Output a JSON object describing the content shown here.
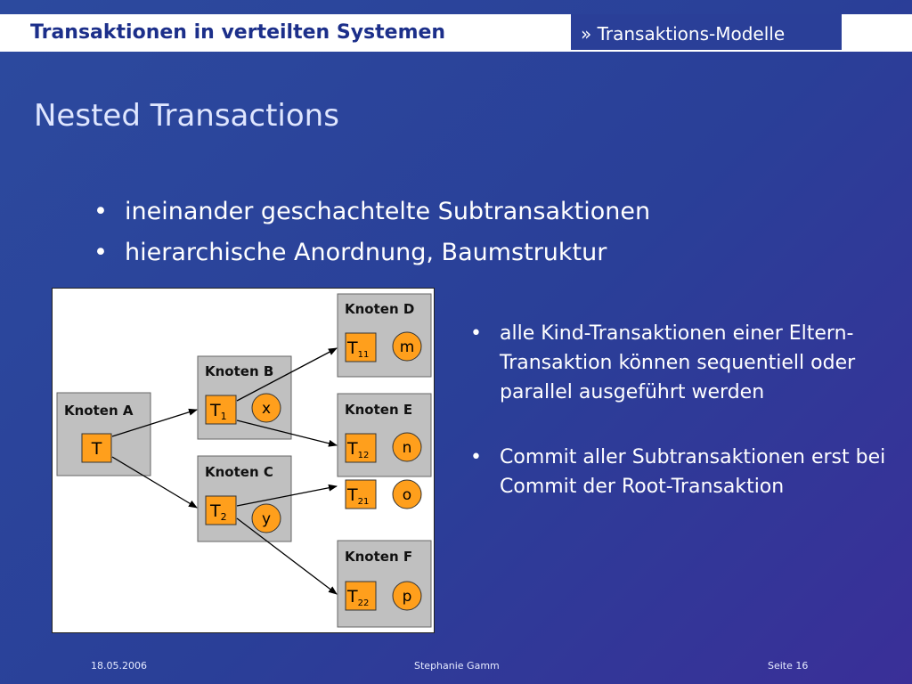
{
  "header": {
    "title": "Transaktionen in verteilten Systemen",
    "section": "» Transaktions-Modelle"
  },
  "slide": {
    "title": "Nested Transactions",
    "main_bullets": [
      "ineinander geschachtelte Subtransaktionen",
      "hierarchische Anordnung, Baumstruktur"
    ],
    "side_bullets": [
      "alle Kind-Transaktionen einer Eltern-Transaktion können sequentiell oder parallel ausgeführt werden",
      "Commit aller Subtransaktionen erst bei Commit der Root-Transaktion"
    ],
    "bullet_glyph": "•"
  },
  "diagram": {
    "nodes": {
      "a": "Knoten A",
      "b": "Knoten B",
      "c": "Knoten C",
      "d": "Knoten D",
      "e": "Knoten E",
      "f": "Knoten F"
    },
    "transactions": {
      "t": "T",
      "t1": {
        "base": "T",
        "sub": "1"
      },
      "t2": {
        "base": "T",
        "sub": "2"
      },
      "t11": {
        "base": "T",
        "sub": "11"
      },
      "t12": {
        "base": "T",
        "sub": "12"
      },
      "t21": {
        "base": "T",
        "sub": "21"
      },
      "t22": {
        "base": "T",
        "sub": "22"
      }
    },
    "resources": {
      "x": "x",
      "y": "y",
      "m": "m",
      "n": "n",
      "o": "o",
      "p": "p"
    },
    "colors": {
      "node_fill": "#c0c0c0",
      "transaction_fill": "#ff9f1c",
      "arrow": "#000000"
    }
  },
  "footer": {
    "date": "18.05.2006",
    "author": "Stephanie Gamm",
    "page": "Seite 16"
  }
}
